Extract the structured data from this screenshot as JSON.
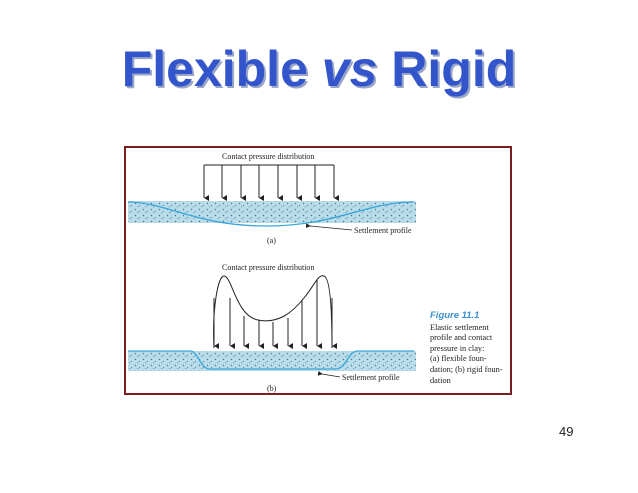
{
  "slide": {
    "title_part1": "Flexible ",
    "title_vs": "vs",
    "title_part2": " Rigid",
    "page_number": "49"
  },
  "figure": {
    "top_label": "Contact pressure distribution",
    "top_settlement_label": "Settlement profile",
    "top_sublabel": "(a)",
    "bottom_label": "Contact pressure distribution",
    "bottom_settlement_label": "Settlement profile",
    "bottom_sublabel": "(b)",
    "caption_title": "Figure 11.1",
    "caption_lines": [
      "Elastic settlement",
      "profile and contact",
      "pressure in clay:",
      "(a) flexible foun-",
      "dation; (b) rigid foun-",
      "dation"
    ]
  },
  "colors": {
    "title": "#3355cc",
    "frame_border": "#7a1f1f",
    "soil_fill": "#b9dceb",
    "settlement_line": "#3aa6d8",
    "caption_label": "#3a8fd0"
  }
}
